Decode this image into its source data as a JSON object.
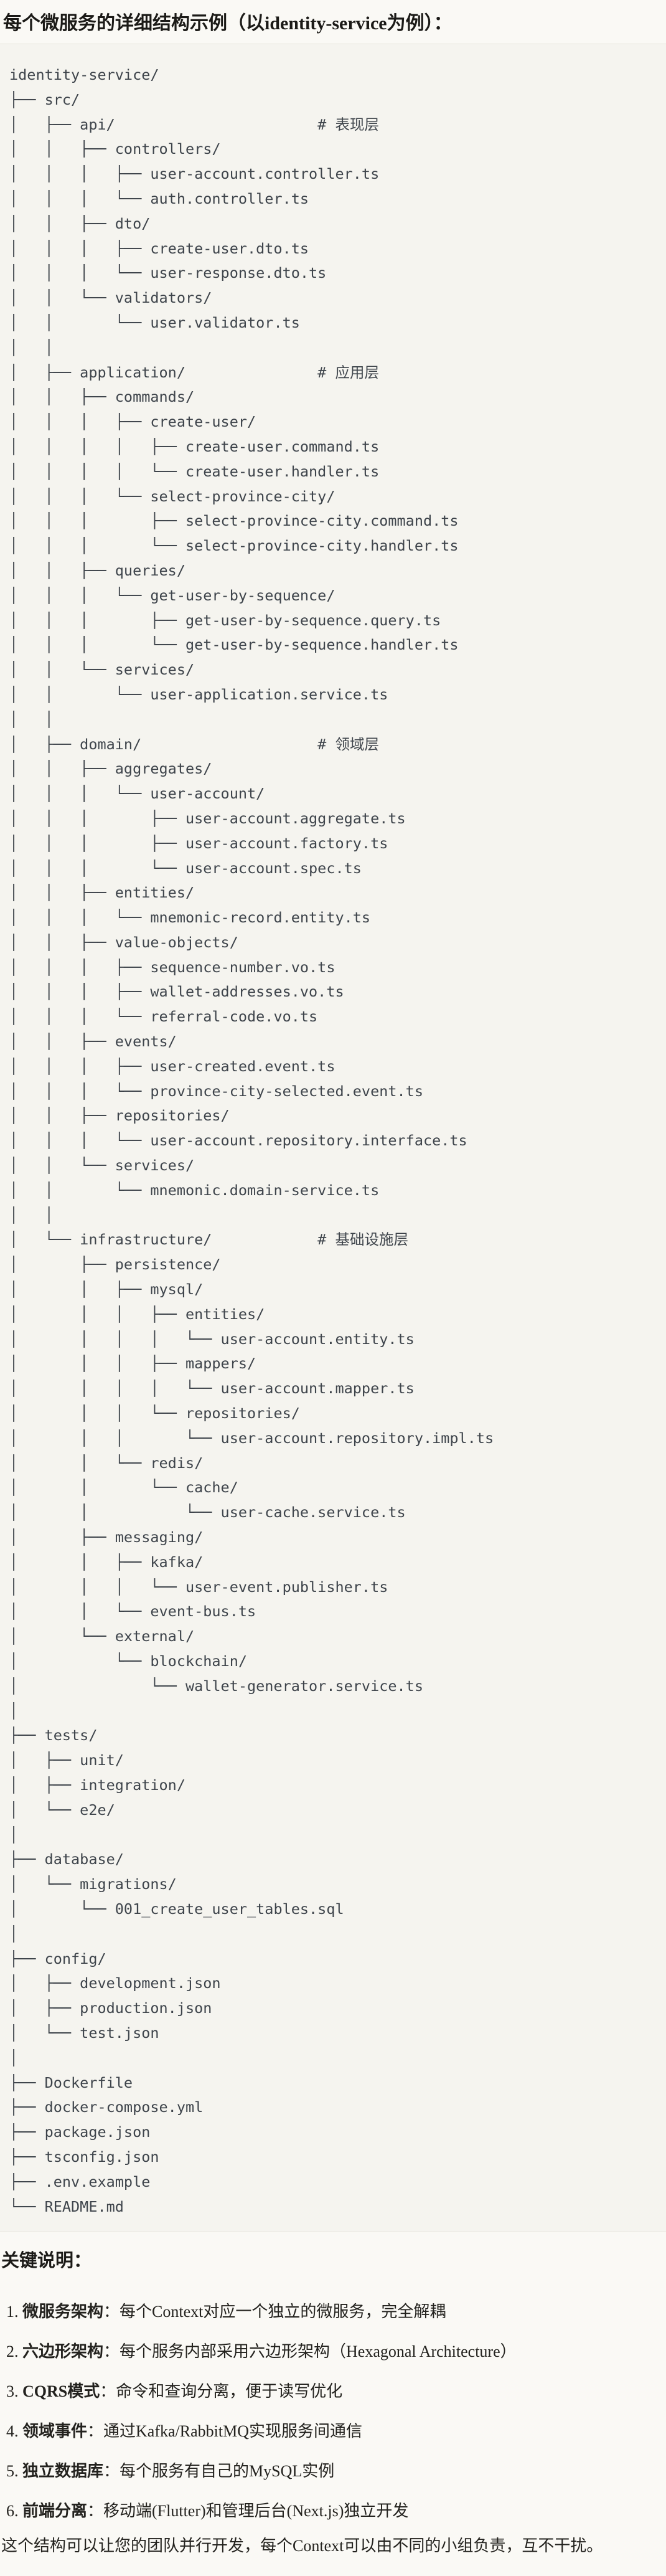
{
  "page": {
    "title": "每个微服务的详细结构示例（以identity-service为例）："
  },
  "tree": {
    "lines": [
      "identity-service/",
      "├── src/",
      "│   ├── api/                       # 表现层",
      "│   │   ├── controllers/",
      "│   │   │   ├── user-account.controller.ts",
      "│   │   │   └── auth.controller.ts",
      "│   │   ├── dto/",
      "│   │   │   ├── create-user.dto.ts",
      "│   │   │   └── user-response.dto.ts",
      "│   │   └── validators/",
      "│   │       └── user.validator.ts",
      "│   │",
      "│   ├── application/               # 应用层",
      "│   │   ├── commands/",
      "│   │   │   ├── create-user/",
      "│   │   │   │   ├── create-user.command.ts",
      "│   │   │   │   └── create-user.handler.ts",
      "│   │   │   └── select-province-city/",
      "│   │   │       ├── select-province-city.command.ts",
      "│   │   │       └── select-province-city.handler.ts",
      "│   │   ├── queries/",
      "│   │   │   └── get-user-by-sequence/",
      "│   │   │       ├── get-user-by-sequence.query.ts",
      "│   │   │       └── get-user-by-sequence.handler.ts",
      "│   │   └── services/",
      "│   │       └── user-application.service.ts",
      "│   │",
      "│   ├── domain/                    # 领域层",
      "│   │   ├── aggregates/",
      "│   │   │   └── user-account/",
      "│   │   │       ├── user-account.aggregate.ts",
      "│   │   │       ├── user-account.factory.ts",
      "│   │   │       └── user-account.spec.ts",
      "│   │   ├── entities/",
      "│   │   │   └── mnemonic-record.entity.ts",
      "│   │   ├── value-objects/",
      "│   │   │   ├── sequence-number.vo.ts",
      "│   │   │   ├── wallet-addresses.vo.ts",
      "│   │   │   └── referral-code.vo.ts",
      "│   │   ├── events/",
      "│   │   │   ├── user-created.event.ts",
      "│   │   │   └── province-city-selected.event.ts",
      "│   │   ├── repositories/",
      "│   │   │   └── user-account.repository.interface.ts",
      "│   │   └── services/",
      "│   │       └── mnemonic.domain-service.ts",
      "│   │",
      "│   └── infrastructure/            # 基础设施层",
      "│       ├── persistence/",
      "│       │   ├── mysql/",
      "│       │   │   ├── entities/",
      "│       │   │   │   └── user-account.entity.ts",
      "│       │   │   ├── mappers/",
      "│       │   │   │   └── user-account.mapper.ts",
      "│       │   │   └── repositories/",
      "│       │   │       └── user-account.repository.impl.ts",
      "│       │   └── redis/",
      "│       │       └── cache/",
      "│       │           └── user-cache.service.ts",
      "│       ├── messaging/",
      "│       │   ├── kafka/",
      "│       │   │   └── user-event.publisher.ts",
      "│       │   └── event-bus.ts",
      "│       └── external/",
      "│           └── blockchain/",
      "│               └── wallet-generator.service.ts",
      "│",
      "├── tests/",
      "│   ├── unit/",
      "│   ├── integration/",
      "│   └── e2e/",
      "│",
      "├── database/",
      "│   └── migrations/",
      "│       └── 001_create_user_tables.sql",
      "│",
      "├── config/",
      "│   ├── development.json",
      "│   ├── production.json",
      "│   └── test.json",
      "│",
      "├── Dockerfile",
      "├── docker-compose.yml",
      "├── package.json",
      "├── tsconfig.json",
      "├── .env.example",
      "└── README.md"
    ]
  },
  "notes": {
    "heading": "关键说明：",
    "items": [
      {
        "num": "1. ",
        "label": "微服务架构",
        "desc": "：每个Context对应一个独立的微服务，完全解耦"
      },
      {
        "num": "2. ",
        "label": "六边形架构",
        "desc": "：每个服务内部采用六边形架构（Hexagonal Architecture）"
      },
      {
        "num": "3. ",
        "label": "CQRS模式",
        "desc": "：命令和查询分离，便于读写优化"
      },
      {
        "num": "4. ",
        "label": "领域事件",
        "desc": "：通过Kafka/RabbitMQ实现服务间通信"
      },
      {
        "num": "5. ",
        "label": "独立数据库",
        "desc": "：每个服务有自己的MySQL实例"
      },
      {
        "num": "6. ",
        "label": "前端分离",
        "desc": "：移动端(Flutter)和管理后台(Next.js)独立开发"
      }
    ],
    "footer": "这个结构可以让您的团队并行开发，每个Context可以由不同的小组负责，互不干扰。"
  }
}
